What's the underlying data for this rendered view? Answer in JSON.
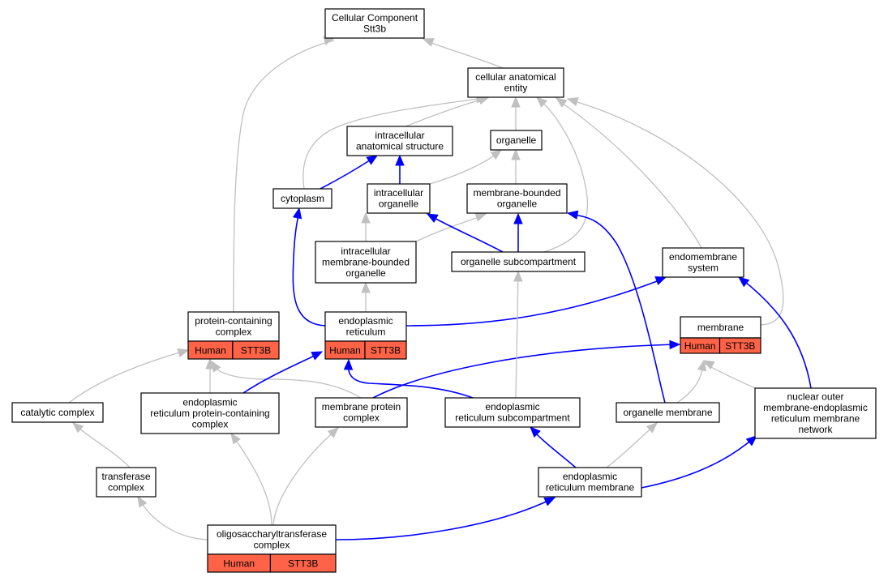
{
  "colors": {
    "is_a_edge": "#c0c0c0",
    "part_of_edge": "#0000ff",
    "annotation_fill": "#ff6347",
    "node_fill": "#ffffff"
  },
  "nodes": {
    "cellular_component": {
      "lines": [
        "Cellular Component",
        "Stt3b"
      ]
    },
    "cellular_anatomical_entity": {
      "lines": [
        "cellular anatomical",
        "entity"
      ]
    },
    "intracellular_anatomical_structure": {
      "lines": [
        "intracellular",
        "anatomical structure"
      ]
    },
    "organelle": {
      "lines": [
        "organelle"
      ]
    },
    "cytoplasm": {
      "lines": [
        "cytoplasm"
      ]
    },
    "intracellular_organelle": {
      "lines": [
        "intracellular",
        "organelle"
      ]
    },
    "membrane_bounded_organelle": {
      "lines": [
        "membrane-bounded",
        "organelle"
      ]
    },
    "intracellular_membrane_bounded_organelle": {
      "lines": [
        "intracellular",
        "membrane-bounded",
        "organelle"
      ]
    },
    "organelle_subcompartment": {
      "lines": [
        "organelle subcompartment"
      ]
    },
    "endomembrane_system": {
      "lines": [
        "endomembrane",
        "system"
      ]
    },
    "protein_containing_complex": {
      "lines": [
        "protein-containing",
        "complex"
      ],
      "annotations": [
        "Human",
        "STT3B"
      ]
    },
    "endoplasmic_reticulum": {
      "lines": [
        "endoplasmic",
        "reticulum"
      ],
      "annotations": [
        "Human",
        "STT3B"
      ]
    },
    "membrane": {
      "lines": [
        "membrane"
      ],
      "annotations": [
        "Human",
        "STT3B"
      ]
    },
    "catalytic_complex": {
      "lines": [
        "catalytic complex"
      ]
    },
    "er_protein_containing_complex": {
      "lines": [
        "endoplasmic",
        "reticulum protein-containing",
        "complex"
      ]
    },
    "membrane_protein_complex": {
      "lines": [
        "membrane protein",
        "complex"
      ]
    },
    "er_subcompartment": {
      "lines": [
        "endoplasmic",
        "reticulum subcompartment"
      ]
    },
    "organelle_membrane": {
      "lines": [
        "organelle membrane"
      ]
    },
    "nuclear_outer_membrane_er_network": {
      "lines": [
        "nuclear outer",
        "membrane-endoplasmic",
        "reticulum membrane",
        "network"
      ]
    },
    "transferase_complex": {
      "lines": [
        "transferase",
        "complex"
      ]
    },
    "er_membrane": {
      "lines": [
        "endoplasmic",
        "reticulum membrane"
      ]
    },
    "oligosaccharyltransferase_complex": {
      "lines": [
        "oligosaccharyltransferase",
        "complex"
      ],
      "annotations": [
        "Human",
        "STT3B"
      ]
    }
  }
}
